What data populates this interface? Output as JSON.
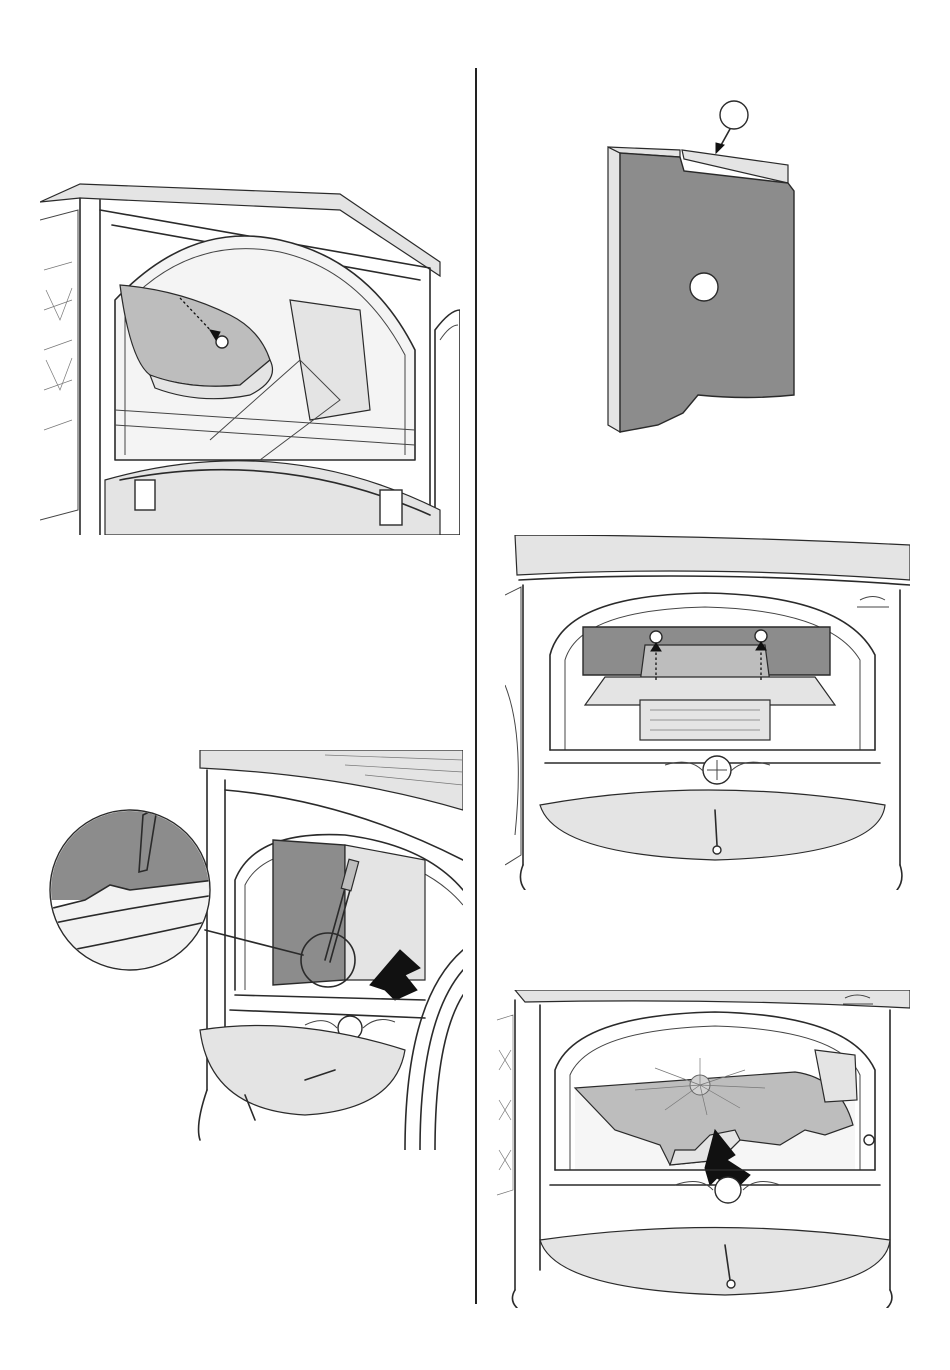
{
  "figures": [
    {
      "id": "fig-1",
      "subject": "stove-firebox-baffle-top-view"
    },
    {
      "id": "fig-2",
      "subject": "firebrick-panel"
    },
    {
      "id": "fig-3",
      "subject": "stove-front-burner-plate-screws"
    },
    {
      "id": "fig-4",
      "subject": "screwdriver-pry-magnified"
    },
    {
      "id": "fig-5",
      "subject": "stove-front-baffle-removal"
    }
  ],
  "colors": {
    "line": "#2a2a2a",
    "panel_fill": "#8c8c8c",
    "arrow": "#111111",
    "background": "#ffffff"
  }
}
